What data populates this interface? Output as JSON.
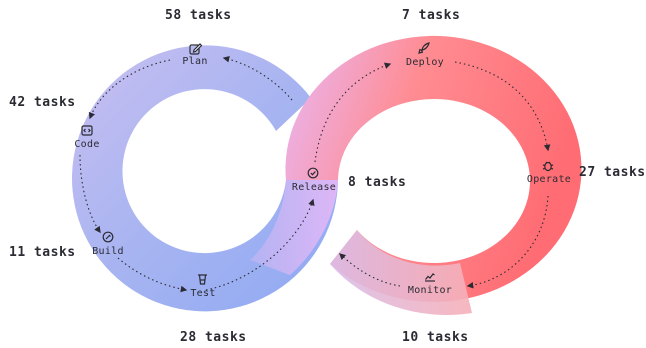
{
  "colors": {
    "left_loop_start": "#c8bdf0",
    "left_loop_end": "#8fa8f2",
    "right_loop_start": "#e7b8f6",
    "right_loop_end": "#ff6f76",
    "right_loop_bottom": "#f4b8c0",
    "text": "#2b2b33"
  },
  "stages": {
    "plan": {
      "label": "Plan",
      "icon": "pencil-square-icon"
    },
    "code": {
      "label": "Code",
      "icon": "code-window-icon"
    },
    "build": {
      "label": "Build",
      "icon": "wrench-circle-icon"
    },
    "test": {
      "label": "Test",
      "icon": "beaker-icon"
    },
    "release": {
      "label": "Release",
      "icon": "check-circle-icon"
    },
    "deploy": {
      "label": "Deploy",
      "icon": "rocket-icon"
    },
    "operate": {
      "label": "Operate",
      "icon": "gear-bug-icon"
    },
    "monitor": {
      "label": "Monitor",
      "icon": "chart-line-icon"
    }
  },
  "counts": {
    "plan": "58 tasks",
    "code": "42 tasks",
    "build": "11 tasks",
    "test": "28 tasks",
    "release": "8 tasks",
    "deploy": "7 tasks",
    "operate": "27 tasks",
    "monitor": "10 tasks"
  }
}
